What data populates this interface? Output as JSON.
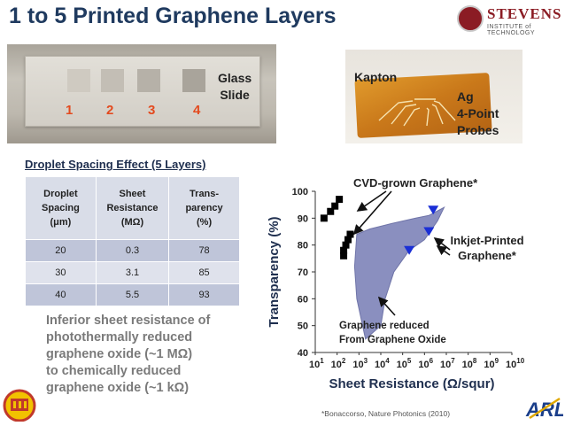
{
  "slide": {
    "title": "1 to 5 Printed Graphene Layers",
    "institution": "STEVENS",
    "institution_sub": "INSTITUTE of TECHNOLOGY",
    "glass_label_line1": "Glass",
    "glass_label_line2": "Slide",
    "sample_numbers": [
      "1",
      "2",
      "3",
      "4"
    ],
    "kapton_label": "Kapton",
    "probe_label_line1": "Ag",
    "probe_label_line2": "4-Point",
    "probe_label_line3": "Probes",
    "inferior_text": [
      "Inferior sheet resistance of",
      "photothermally reduced",
      "graphene oxide (~1 MΩ)",
      "to chemically reduced",
      "graphene oxide (~1 kΩ)"
    ],
    "citation": "*Bonaccorso, Nature Photonics (2010)",
    "arl_text": "ARL"
  },
  "table": {
    "title": "Droplet Spacing Effect (5 Layers)",
    "headers": [
      [
        "Droplet",
        "Spacing",
        "(μm)"
      ],
      [
        "Sheet",
        "Resistance",
        "(MΩ)"
      ],
      [
        "Trans-",
        "parency",
        "(%)"
      ]
    ],
    "rows": [
      [
        "20",
        "0.3",
        "78"
      ],
      [
        "30",
        "3.1",
        "85"
      ],
      [
        "40",
        "5.5",
        "93"
      ]
    ]
  },
  "colors": {
    "title": "#1f3a5f",
    "region": "#8a8fbf",
    "cvd_marker": "#000000",
    "inkjet_marker": "#1a2fd6",
    "sample_number": "#e34a1e"
  },
  "chart_data": {
    "type": "scatter",
    "xlabel": "Sheet Resistance (Ω/squr)",
    "ylabel": "Transparency (%)",
    "xscale": "log",
    "xlim": [
      1,
      10
    ],
    "ylim": [
      40,
      100
    ],
    "x_tick_exponents": [
      "1",
      "2",
      "3",
      "4",
      "5",
      "6",
      "7",
      "8",
      "9",
      "10"
    ],
    "y_ticks": [
      "40",
      "50",
      "60",
      "70",
      "80",
      "90",
      "100"
    ],
    "series": [
      {
        "name": "CVD-grown Graphene*",
        "marker": "square",
        "points": [
          [
            1.4,
            90
          ],
          [
            1.7,
            92.5
          ],
          [
            1.9,
            94.5
          ],
          [
            2.1,
            97
          ],
          [
            2.6,
            84
          ],
          [
            2.5,
            82
          ],
          [
            2.4,
            80
          ],
          [
            2.3,
            78
          ],
          [
            2.3,
            76
          ]
        ]
      },
      {
        "name": "Inkjet-Printed Graphene*",
        "marker": "triangle-down",
        "points": [
          [
            6.4,
            93
          ],
          [
            6.2,
            85
          ],
          [
            5.3,
            78
          ]
        ]
      }
    ],
    "regions": [
      {
        "name": "Graphene reduced From Graphene Oxide"
      }
    ],
    "annotations": [
      "CVD-grown Graphene*",
      "Inkjet-Printed",
      "Graphene*",
      "Graphene reduced",
      "From Graphene Oxide"
    ]
  }
}
